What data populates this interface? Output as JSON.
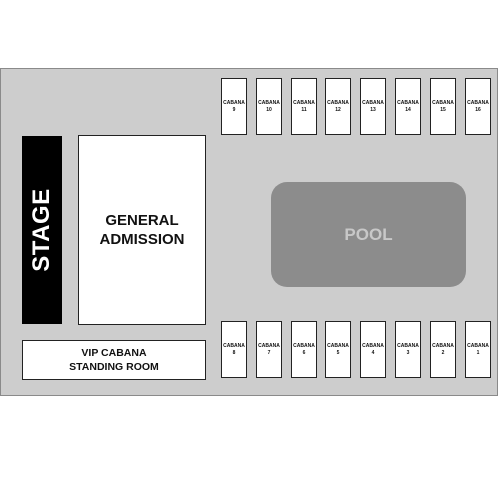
{
  "venue": {
    "stage_label": "STAGE",
    "general_admission_label": "GENERAL\nADMISSION",
    "vip_label": "VIP CABANA\nSTANDING ROOM",
    "pool_label": "POOL",
    "cabana_word": "CABANA",
    "top_cabanas": [
      "9",
      "10",
      "11",
      "12",
      "13",
      "14",
      "15",
      "16"
    ],
    "bottom_cabanas": [
      "8",
      "7",
      "6",
      "5",
      "4",
      "3",
      "2",
      "1"
    ],
    "colors": {
      "venue_fill": "#cdcdcd",
      "stage_fill": "#000000",
      "pool_fill": "#8c8c8c",
      "pool_text": "#c8c8c8",
      "area_fill": "#ffffff"
    }
  }
}
